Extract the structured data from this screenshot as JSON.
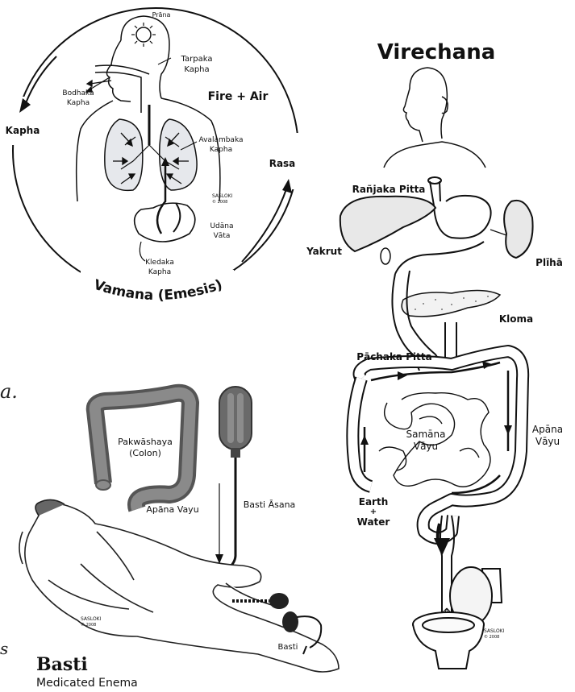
{
  "vamana": {
    "title": "Vamana (Emesis)",
    "labels": {
      "prana": "Prāna",
      "tarpaka": "Tarpaka",
      "tarpaka_kapha": "Kapha",
      "bodhaka": "Bodhaka",
      "bodhaka_kapha": "Kapha",
      "fire_air": "Fire + Air",
      "kapha": "Kapha",
      "rasa": "Rasa",
      "avalambaka": "Avalambaka",
      "avalambaka_kapha": "Kapha",
      "udana": "Udāna",
      "vata": "Vāta",
      "kledaka": "Kledaka",
      "kledaka_kapha": "Kapha"
    }
  },
  "virechana": {
    "title": "Virechana",
    "labels": {
      "ranjaka": "Rañjaka Pitta",
      "yakrut": "Yakrut",
      "pliha": "Plīhā",
      "kloma": "Kloma",
      "pachaka": "Pāchaka Pitta",
      "samana": "Samāna",
      "vayu1": "Vāyu",
      "apana": "Apāna",
      "vayu2": "Vāyu",
      "earth": "Earth",
      "plus": "+",
      "water": "Water"
    }
  },
  "basti": {
    "title": "Basti",
    "subtitle": "Medicated Enema",
    "labels": {
      "pakwashaya": "Pakwāshaya",
      "colon": "(Colon)",
      "apana_vayu": "Apāna Vayu",
      "basti_asana": "Basti Āsana",
      "basti": "Basti"
    }
  },
  "margin_fragments": {
    "a": "a.",
    "s": "s"
  }
}
